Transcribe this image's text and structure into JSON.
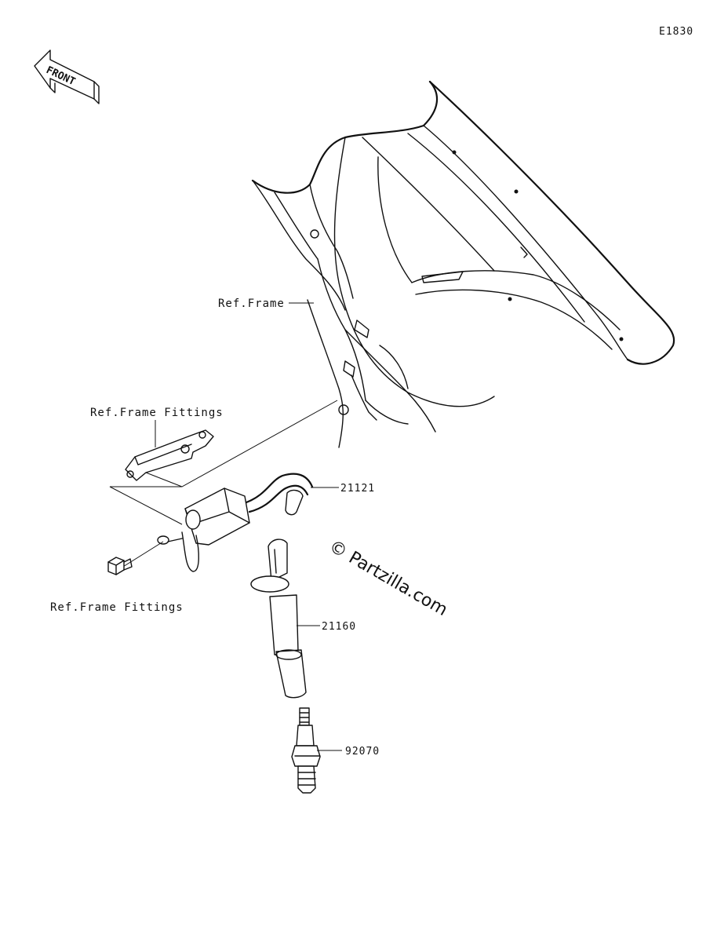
{
  "diagram": {
    "code": "E1830",
    "front_label": "FRONT",
    "watermark": "© Partzilla.com",
    "labels": {
      "ref_frame": "Ref.Frame",
      "ref_frame_fittings_top": "Ref.Frame Fittings",
      "ref_frame_fittings_bottom": "Ref.Frame Fittings"
    },
    "parts": [
      {
        "id": "coil",
        "number": "21121"
      },
      {
        "id": "plug-cap",
        "number": "21160"
      },
      {
        "id": "spark-plug",
        "number": "92070"
      }
    ]
  }
}
